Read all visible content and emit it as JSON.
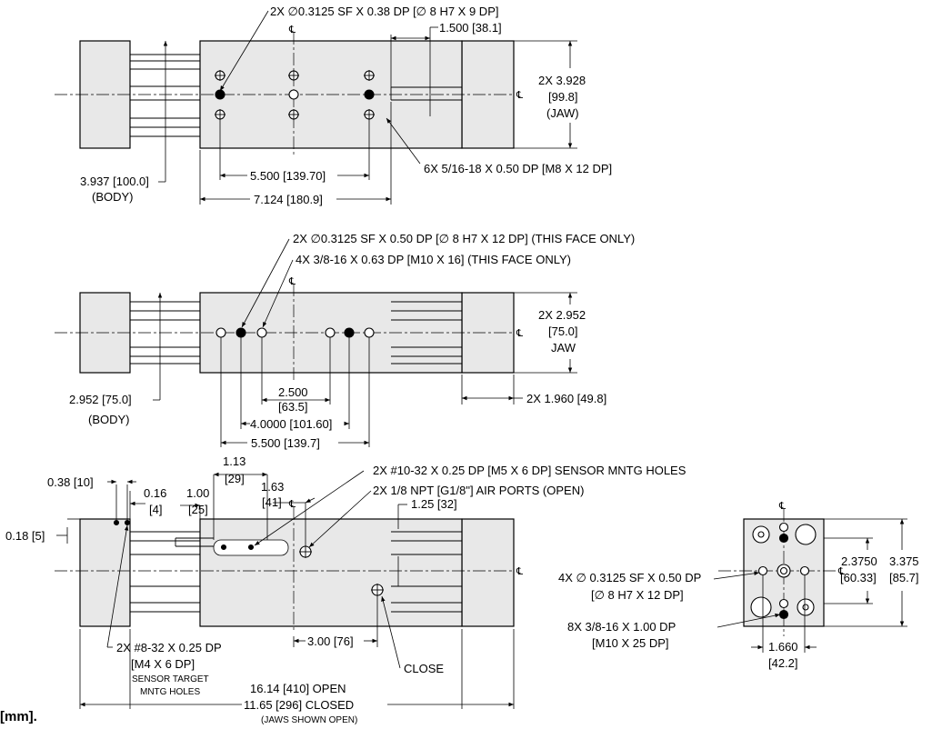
{
  "top_view": {
    "callout_holes": "2X ∅0.3125 SF X 0.38 DP [∅ 8 H7 X 9 DP]",
    "dim_1500": "1.500 [38.1]",
    "jaw_qty": "2X 3.928",
    "jaw_mm": "[99.8]",
    "jaw_tag": "(JAW)",
    "body_dim": "3.937 [100.0]",
    "body_tag": "(BODY)",
    "dim_5500": "5.500 [139.70]",
    "tapped_holes": "6X 5/16-18 X 0.50 DP [M8 X 12 DP]",
    "dim_7124": "7.124 [180.9]"
  },
  "middle_view": {
    "callout_holes": "2X ∅0.3125 SF X 0.50 DP [∅ 8 H7 X 12 DP]  (THIS FACE ONLY)",
    "callout_tapped": "4X 3/8-16 X 0.63 DP [M10 X 16] (THIS FACE ONLY)",
    "jaw_qty": "2X 2.952",
    "jaw_mm": "[75.0]",
    "jaw_tag": "JAW",
    "body_dim": "2.952 [75.0]",
    "body_tag": "(BODY)",
    "dim_2500": "2.500",
    "dim_2500_mm": "[63.5]",
    "dim_4000": "4.0000 [101.60]",
    "dim_5500": "5.500 [139.7]",
    "dim_1960": "2X  1.960 [49.8]"
  },
  "bottom_view": {
    "dim_038": "0.38 [10]",
    "dim_016": "0.16",
    "dim_016_mm": "[4]",
    "dim_100": "1.00",
    "dim_100_mm": "[25]",
    "dim_113": "1.13",
    "dim_113_mm": "[29]",
    "dim_163": "1.63",
    "dim_163_mm": "[41]",
    "dim_018": "0.18 [5]",
    "sensor_holes": "2X #10-32 X 0.25 DP [M5 X 6 DP] SENSOR MNTG HOLES",
    "air_ports": "2X 1/8 NPT [G1/8\"] AIR PORTS (OPEN)",
    "dim_125": "1.25 [32]",
    "target_holes": "2X #8-32 X 0.25 DP",
    "target_mm": "[M4 X 6 DP]",
    "target_line1": "SENSOR TARGET",
    "target_line2": "MNTG HOLES",
    "dim_300": "3.00 [76]",
    "close_label": "CLOSE",
    "open_len": "16.14 [410] OPEN",
    "closed_len": "11.65 [296] CLOSED",
    "jaws_note": "(JAWS SHOWN OPEN)"
  },
  "end_view": {
    "dim_23750": "2.3750",
    "dim_23750_mm": "[60.33]",
    "dim_3375": "3.375",
    "dim_3375_mm": "[85.7]",
    "pin_holes": "4X ∅ 0.3125 SF X 0.50 DP",
    "pin_holes_mm": "[∅ 8 H7 X 12 DP]",
    "tapped": "8X 3/8-16 X 1.00 DP",
    "tapped_mm": "[M10 X 25 DP]",
    "dim_1660": "1.660",
    "dim_1660_mm": "[42.2]"
  },
  "centerline_symbol": "℄",
  "partial_note": "[mm]."
}
